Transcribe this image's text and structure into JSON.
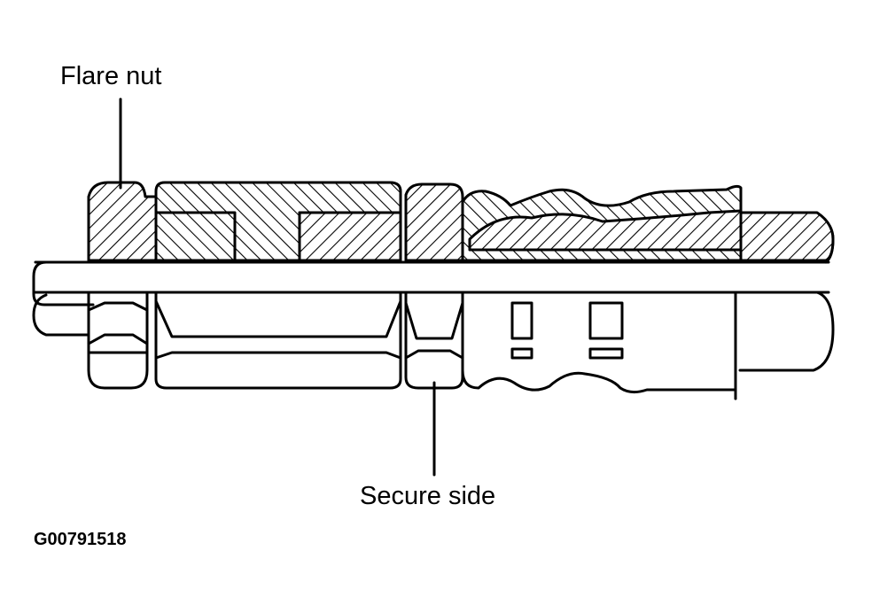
{
  "labels": {
    "flare_nut": "Flare nut",
    "secure_side": "Secure side",
    "figure_code": "G00791518"
  },
  "colors": {
    "line": "#000000",
    "background": "#ffffff"
  }
}
